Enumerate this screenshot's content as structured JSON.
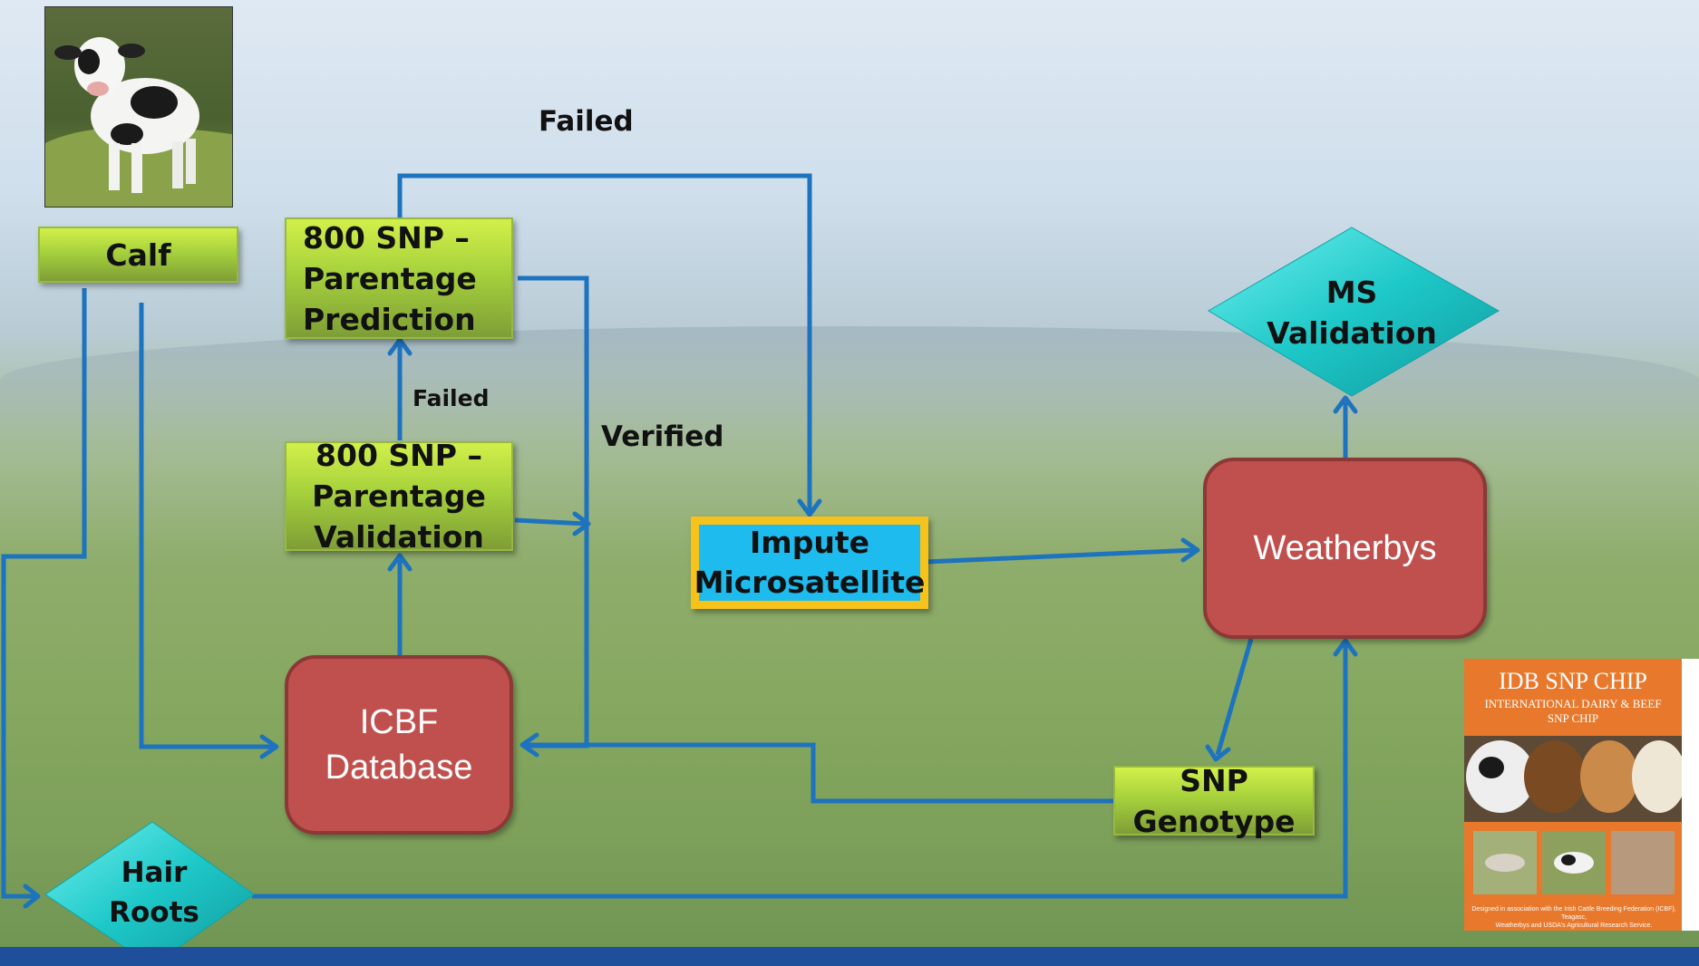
{
  "nodes": {
    "calf": "Calf",
    "pred": "800 SNP –\nParentage\nPrediction",
    "valid": "800 SNP –\nParentage\nValidation",
    "icbf": "ICBF\nDatabase",
    "impute": "Impute\nMicrosatellite",
    "weatherbys": "Weatherbys",
    "ms": "MS\nValidation",
    "snp": "SNP\nGenotype",
    "hair": "Hair\nRoots"
  },
  "edge_labels": {
    "failed_top": "Failed",
    "failed_mid": "Failed",
    "verified": "Verified"
  },
  "brochure": {
    "title": "IDB SNP CHIP",
    "subtitle": "INTERNATIONAL DAIRY & BEEF\nSNP CHIP",
    "footer": "Designed in association with the Irish Cattle Breeding Federation (ICBF), Teagasc,\nWeatherbys and USDA's Agricultural Research Service."
  },
  "colors": {
    "arrow": "#1e73be",
    "process_green": "#a7d23c",
    "database_red": "#c0504d",
    "decision_teal": "#1ec8c8",
    "impute_blue": "#1ebbee",
    "impute_border": "#f7c21a"
  }
}
